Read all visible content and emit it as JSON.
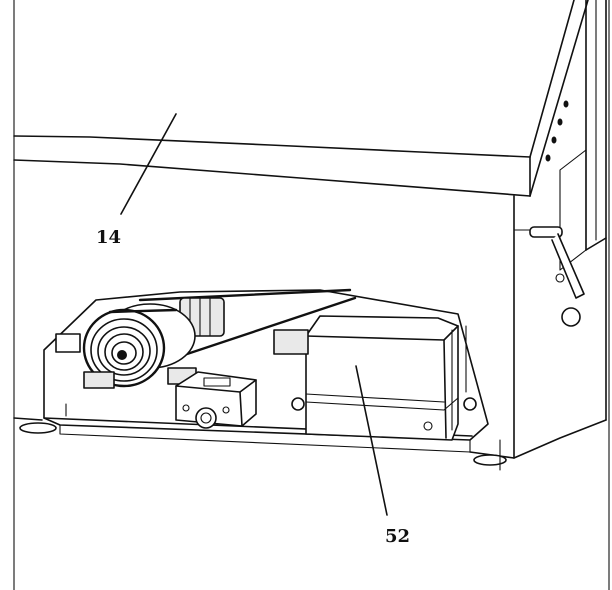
{
  "figure": {
    "callouts": [
      {
        "label": "14",
        "ref": "cabinet-housing"
      },
      {
        "label": "52",
        "ref": "controller-box"
      }
    ]
  }
}
